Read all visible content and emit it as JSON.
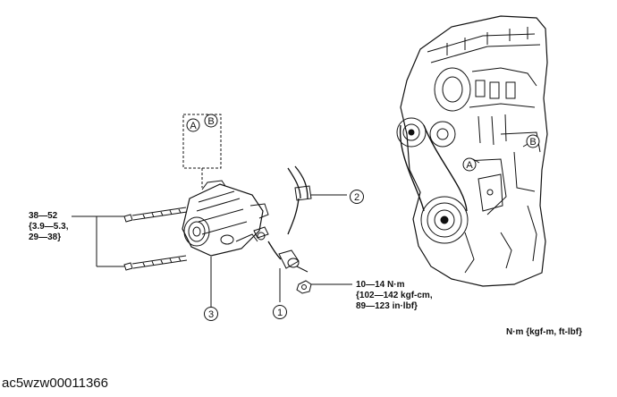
{
  "callouts": {
    "one": "1",
    "two": "2",
    "three": "3",
    "view_a": "A",
    "view_b": "B",
    "engine_a": "A",
    "engine_b": "B"
  },
  "torque_bolts": {
    "line1": "38—52",
    "line2": "{3.9—5.3,",
    "line3": "29—38}"
  },
  "torque_nut": {
    "line1": "10—14 N·m",
    "line2": "{102—142 kgf-cm,",
    "line3": "89—123 in·lbf}"
  },
  "units_label": "N·m {kgf-m, ft-lbf}",
  "figure_id": "ac5wzw00011366"
}
